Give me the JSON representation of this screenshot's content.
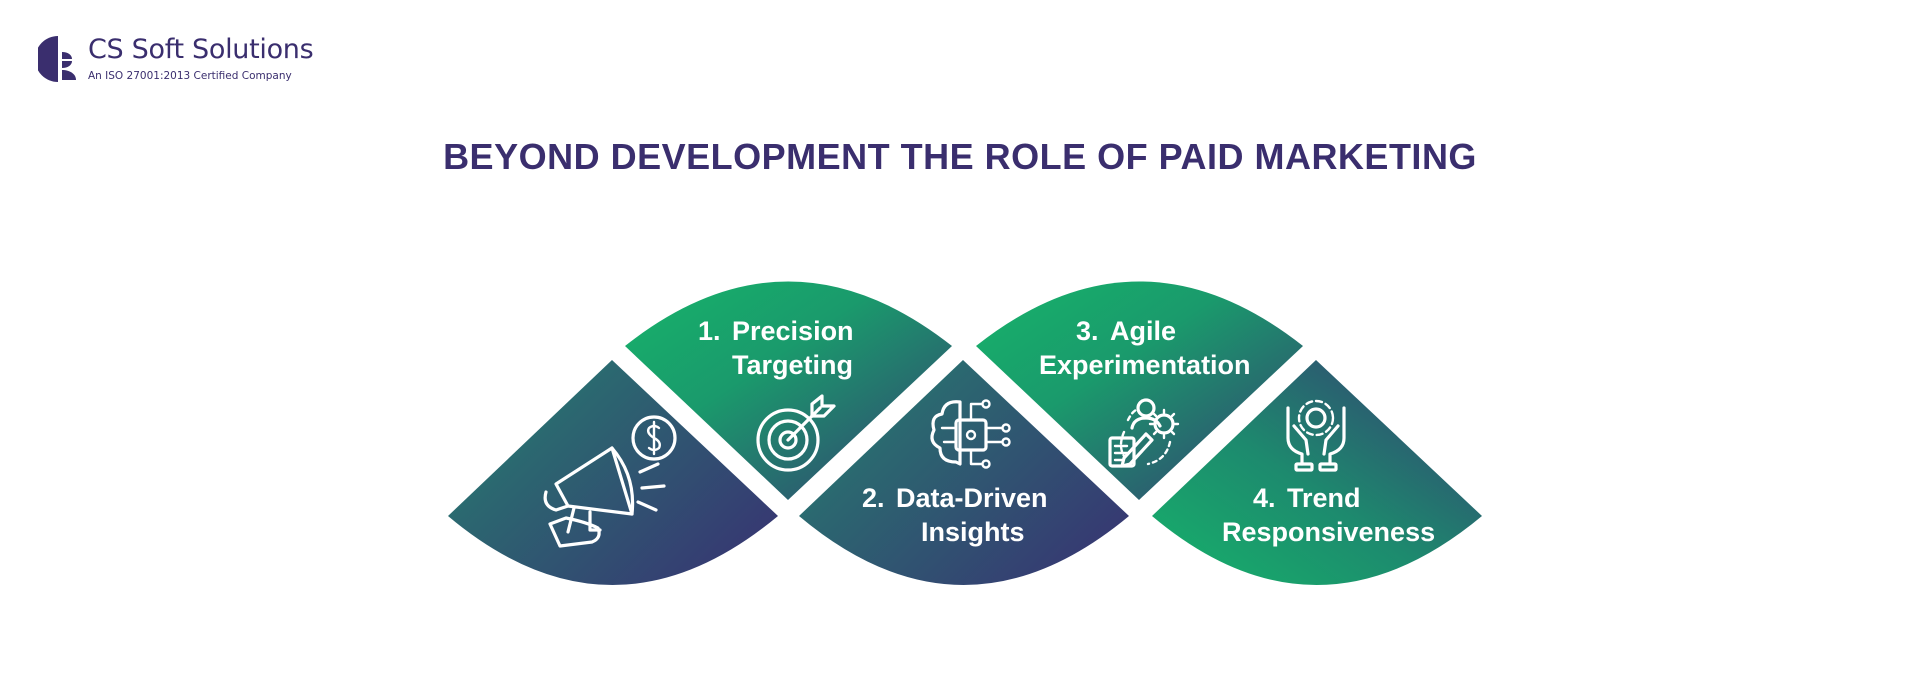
{
  "brand": {
    "name": "CS Soft Solutions",
    "tagline": "An ISO 27001:2013 Certified Company"
  },
  "title": "BEYOND DEVELOPMENT THE ROLE OF PAID MARKETING",
  "steps": [
    {
      "number": "1.",
      "line1": "Precision",
      "line2": "Targeting",
      "icon": "target-icon"
    },
    {
      "number": "2.",
      "line1": "Data-Driven",
      "line2": "Insights",
      "icon": "brain-chip-icon"
    },
    {
      "number": "3.",
      "line1": "Agile",
      "line2": "Experimentation",
      "icon": "user-gear-icon"
    },
    {
      "number": "4.",
      "line1": "Trend",
      "line2": "Responsiveness",
      "icon": "hands-gear-icon"
    }
  ],
  "lead_icon": "megaphone-dollar-icon",
  "colors": {
    "brand": "#3a2e6e",
    "green": "#16b36a",
    "navy": "#363a72"
  }
}
